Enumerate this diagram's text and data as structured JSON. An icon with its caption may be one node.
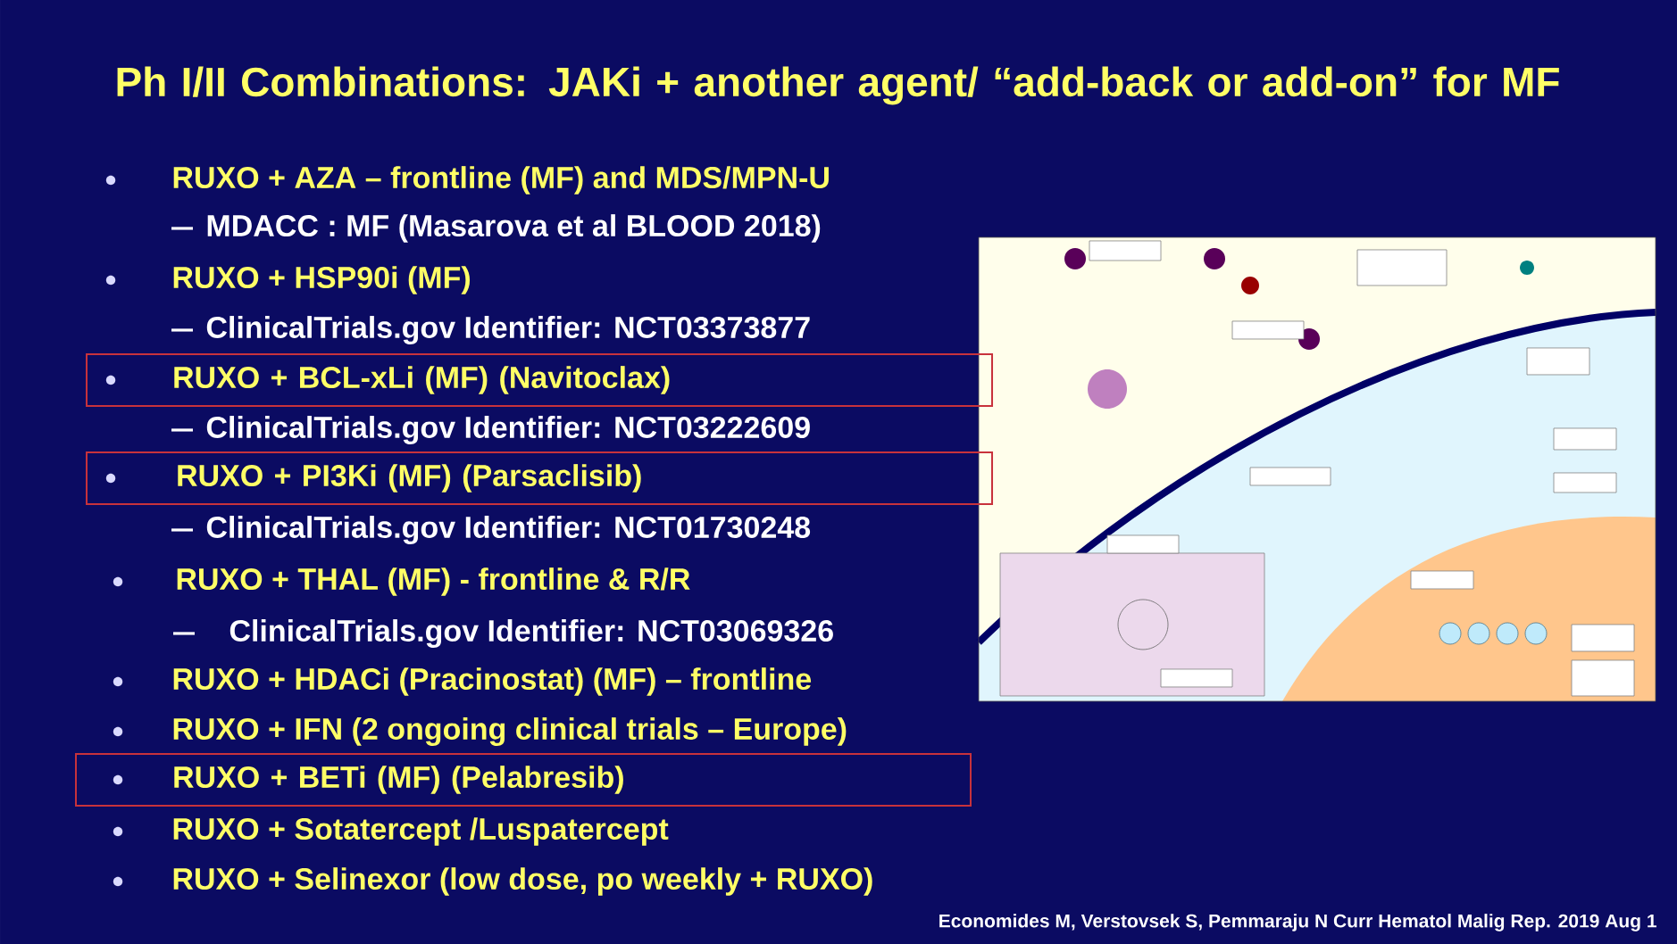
{
  "diagram": {
    "title": "Ph I/II Combinations: JAKi + another agent/ “add-back or add-on” for MF",
    "caption": "Economides M, Verstovsek S, Pemmaraju N Curr Hematol Malig Rep. 2019 Aug 1",
    "nodes": [
      {
        "text": [
          "RUXO + BCL-xLi  (MF) (Navitoclax)"
        ]
      },
      {
        "text": [
          "RUXO + PI3Ki  (MF)  (Parsaclisib)"
        ]
      },
      {
        "text": [
          "RUXO + BETi (MF) (Pelabresib)"
        ]
      }
    ],
    "labels": [
      "RUXO + AZA – frontline (MF) and MDS/MPN-U",
      "MDACC : MF (Masarova et al BLOOD 2018)",
      "RUXO + HSP90i (MF)",
      "ClinicalTrials.gov Identifier: NCT03373877",
      "ClinicalTrials.gov Identifier: NCT03222609",
      "ClinicalTrials.gov Identifier: NCT01730248",
      "RUXO + THAL  (MF)  - frontline & R/R",
      "ClinicalTrials.gov Identifier: NCT03069326",
      "RUXO + HDACi (Pracinostat) (MF) – frontline",
      "RUXO + IFN (2 ongoing clinical trials – Europe)",
      "RUXO + Sotatercept /Luspatercept",
      "RUXO + Selinexor (low dose, po weekly + RUXO)"
    ]
  }
}
